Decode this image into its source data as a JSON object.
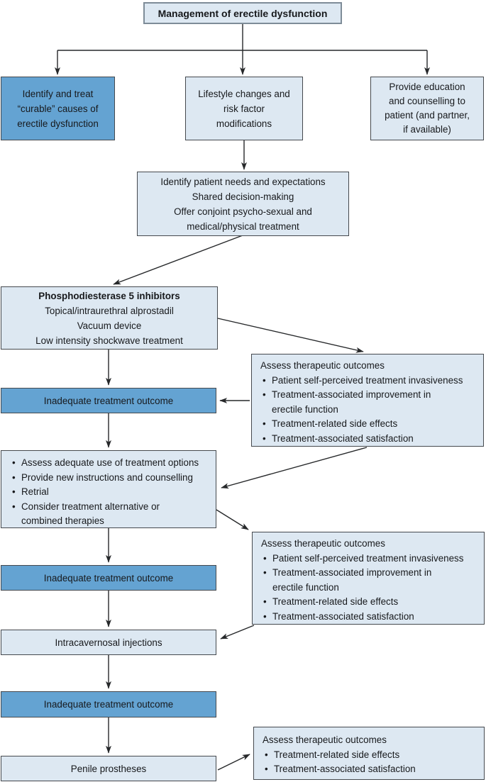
{
  "figure": {
    "type": "flowchart",
    "subject": "Management of erectile dysfunction"
  },
  "colors": {
    "box_light_fill": "#dde8f2",
    "box_blue_fill": "#64a3d2",
    "box_border": "#45494e",
    "title_border": "#7e8c98",
    "arrow": "#26282a",
    "text": "#17191c"
  },
  "nodes": {
    "title": {
      "label": "Management of erectile dysfunction"
    },
    "curable": {
      "lines": [
        "Identify and treat",
        "“curable” causes of",
        "erectile dysfunction"
      ]
    },
    "lifestyle": {
      "lines": [
        "Lifestyle changes and",
        "risk factor",
        "modifications"
      ]
    },
    "education": {
      "lines": [
        "Provide education",
        "and counselling to",
        "patient (and partner,",
        "if available)"
      ]
    },
    "needs": {
      "lines": [
        "Identify patient needs and expectations",
        "Shared decision-making",
        "Offer conjoint psycho-sexual and",
        "medical/physical treatment"
      ]
    },
    "pde5": {
      "heading": "Phosphodiesterase 5 inhibitors",
      "lines": [
        "Topical/intraurethral alprostadil",
        "Vacuum device",
        "Low intensity shockwave treatment"
      ]
    },
    "assess1": {
      "heading": "Assess therapeutic outcomes",
      "bullets": [
        "Patient self-perceived treatment invasiveness",
        "Treatment-associated improvement in",
        "erectile function",
        "Treatment-related side effects",
        "Treatment-associated satisfaction"
      ]
    },
    "inadequate1": {
      "label": "Inadequate treatment outcome"
    },
    "adequate_use": {
      "bullets": [
        "Assess adequate use of treatment options",
        "Provide new instructions and counselling",
        "Retrial",
        "Consider treatment alternative or",
        "combined therapies"
      ]
    },
    "assess2": {
      "heading": "Assess therapeutic outcomes",
      "bullets": [
        "Patient self-perceived treatment invasiveness",
        "Treatment-associated improvement in",
        "erectile function",
        "Treatment-related side effects",
        "Treatment-associated satisfaction"
      ]
    },
    "inadequate2": {
      "label": "Inadequate treatment outcome"
    },
    "intracavernosal": {
      "label": "Intracavernosal injections"
    },
    "inadequate3": {
      "label": "Inadequate treatment outcome"
    },
    "penile": {
      "label": "Penile prostheses"
    },
    "assess3": {
      "heading": "Assess therapeutic outcomes",
      "bullets": [
        "Treatment-related side effects",
        "Treatment-associated satisfaction"
      ]
    }
  }
}
